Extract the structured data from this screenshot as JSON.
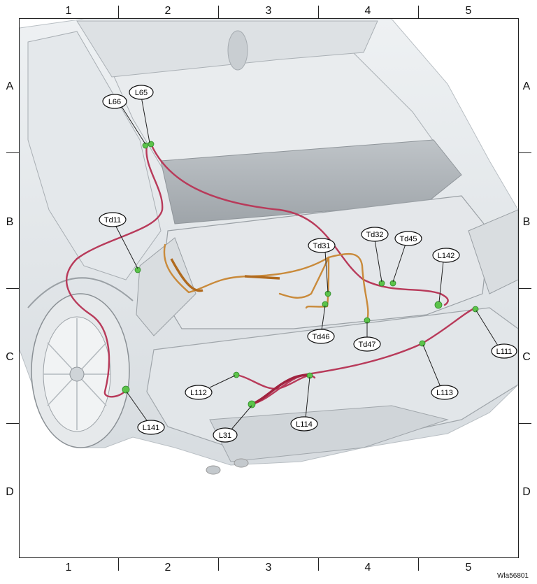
{
  "grid": {
    "columns": [
      "1",
      "2",
      "3",
      "4",
      "5"
    ],
    "rows": [
      "A",
      "B",
      "C",
      "D"
    ]
  },
  "labels": {
    "L66": "L66",
    "L65": "L65",
    "Td11": "Td11",
    "Td31": "Td31",
    "Td32": "Td32",
    "Td45": "Td45",
    "L142": "L142",
    "Td46": "Td46",
    "Td47": "Td47",
    "L111": "L111",
    "L112": "L112",
    "L113": "L113",
    "L114": "L114",
    "L31": "L31",
    "L141": "L141"
  },
  "document_id": "Wla56801",
  "colors": {
    "harness_red": "#b83a5a",
    "harness_orange": "#c98a3a",
    "connector_green": "#5cc34a",
    "body_gray": "#d4d9dd"
  }
}
